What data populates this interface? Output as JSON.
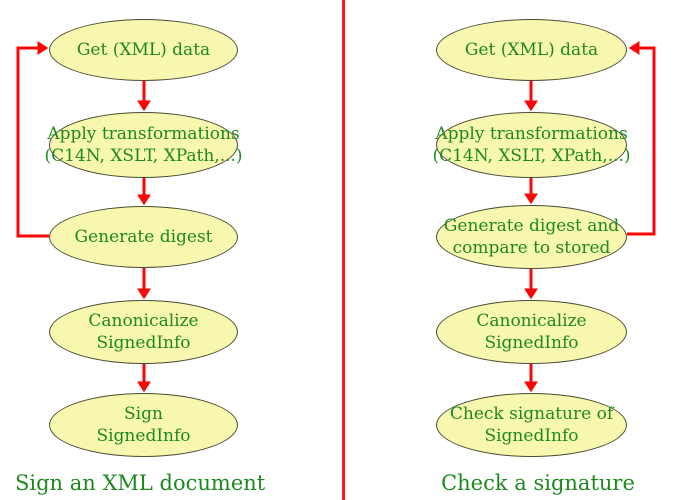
{
  "colors": {
    "node_fill": "#f7f7b0",
    "node_border": "#4c4c33",
    "text_green": "#1e8a1e",
    "arrow_red": "#f90606",
    "divider_red": "#ff1a1a",
    "bg": "#ffffff"
  },
  "left_flow": {
    "caption": "Sign an XML document",
    "nodes": [
      {
        "lines": [
          "Get (XML) data"
        ]
      },
      {
        "lines": [
          "Apply transformations",
          "(C14N, XSLT, XPath,...)"
        ]
      },
      {
        "lines": [
          "Generate digest"
        ]
      },
      {
        "lines": [
          "Canonicalize",
          "SignedInfo"
        ]
      },
      {
        "lines": [
          "Sign",
          "SignedInfo"
        ]
      }
    ]
  },
  "right_flow": {
    "caption": "Check a signature",
    "nodes": [
      {
        "lines": [
          "Get (XML) data"
        ]
      },
      {
        "lines": [
          "Apply transformations",
          "(C14N, XSLT, XPath,...)"
        ]
      },
      {
        "lines": [
          "Generate digest and",
          "compare to stored"
        ]
      },
      {
        "lines": [
          "Canonicalize",
          "SignedInfo"
        ]
      },
      {
        "lines": [
          "Check signature of",
          "SignedInfo"
        ]
      }
    ]
  }
}
